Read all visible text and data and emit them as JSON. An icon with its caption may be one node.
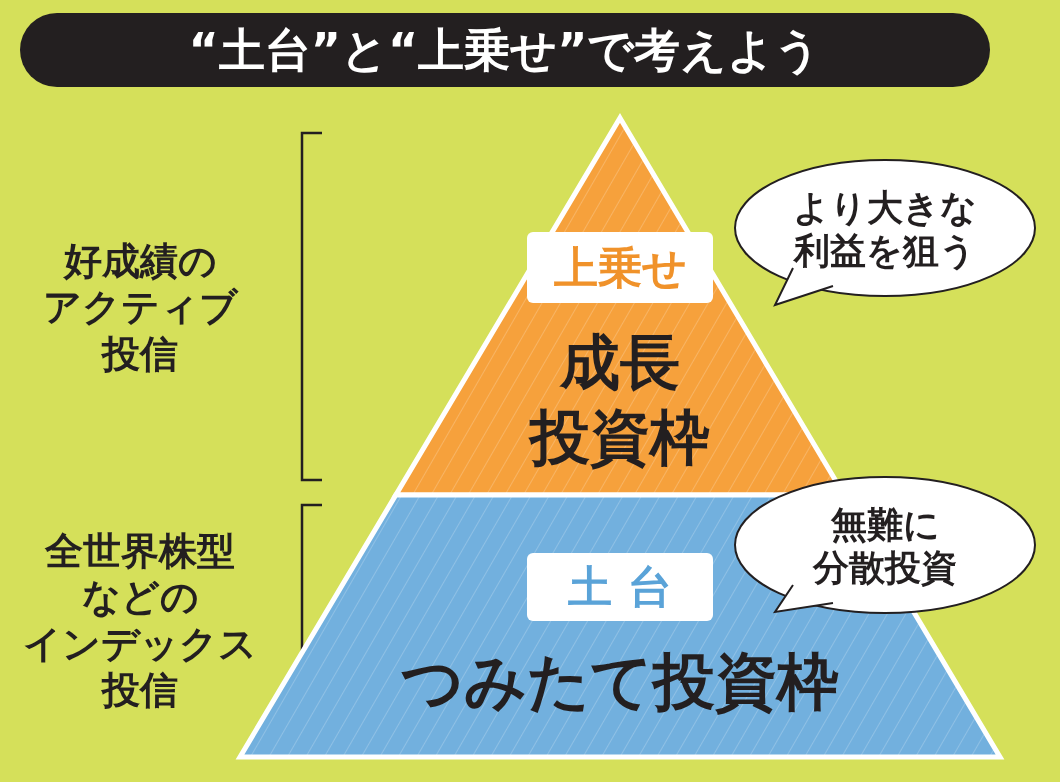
{
  "diagram": {
    "title": "“土台”と“上乗せ”で考えよう",
    "nodes": [
      {
        "text": [
          "成長投資枠"
        ]
      },
      {
        "text": [
          "上乗せ"
        ],
        "in": 0
      },
      {
        "text": [
          "より大きな利益を狙う"
        ]
      },
      {
        "text": [
          "つみたて投資枠"
        ]
      },
      {
        "text": [
          "土台"
        ],
        "in": 3
      },
      {
        "text": [
          "無難に分散投資"
        ]
      }
    ],
    "labels": [
      "好成績のアクティブ投信",
      "全世界株型などのインデックス投信"
    ]
  }
}
